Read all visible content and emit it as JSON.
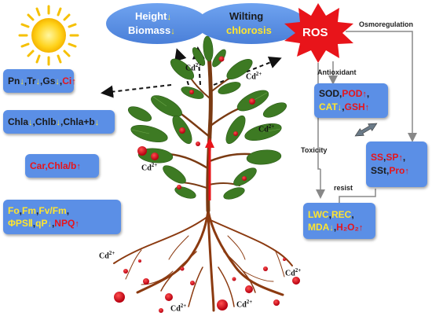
{
  "colors": {
    "box_fill": "#5b8fe6",
    "ros_fill": "#e8141a",
    "up_arrow": "#e8141a",
    "down_arrow": "#ffe52e",
    "root": "#8b3a10",
    "cd_dot": "#d01018",
    "leaf": "#3d7a23"
  },
  "ellipses": {
    "left": {
      "line1": "Height",
      "line2": "Biomass"
    },
    "right": {
      "line1": "Wilting",
      "line2": "chlorosis"
    }
  },
  "ros": {
    "label": "ROS"
  },
  "labels": {
    "osmoregulation": "Osmoregulation",
    "antioxidant": "Antioxidant",
    "toxicity": "Toxicity",
    "resist": "resist"
  },
  "cadmium": {
    "symbol": "Cd",
    "charge": "2+"
  },
  "boxes": {
    "photosynthesis": {
      "pn": "Pn",
      "tr": "Tr",
      "gs": "Gs",
      "ci": "Ci"
    },
    "chlorophyll": {
      "chla": "Chla",
      "chlb": "Chlb",
      "chlab": "Chla+b"
    },
    "carotenoid": {
      "text": "Car,Chla/b"
    },
    "fluorescence": {
      "fo": "Fo",
      "fm": "Fm",
      "fvfm": "Fv/Fm",
      "phi": "ΦPSⅡ",
      "qp": "qP",
      "npq": "NPQ"
    },
    "antioxidant_enzymes": {
      "sod": "SOD",
      "pod": "POD",
      "cat": "CAT",
      "gsh": "GSH"
    },
    "osmolytes": {
      "ss": "SS",
      "sp": "SP",
      "sst": "SSt",
      "pro": "Pro"
    },
    "water": {
      "lwc": "LWC",
      "rec": "REC",
      "mda": "MDA",
      "h2o2": "H₂O₂"
    }
  },
  "arrow_glyphs": {
    "up": "↑",
    "down": "↓"
  }
}
